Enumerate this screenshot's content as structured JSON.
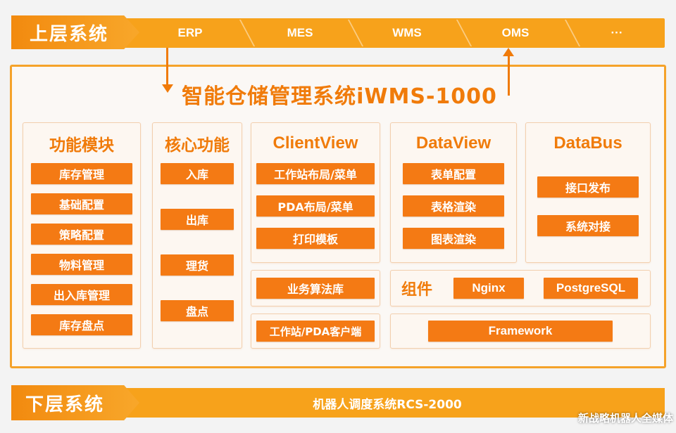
{
  "upper": {
    "label": "上层系统",
    "items": [
      "ERP",
      "MES",
      "WMS",
      "OMS",
      "···"
    ]
  },
  "title": "智能仓储管理系统iWMS-1000",
  "panels": {
    "function_modules": {
      "title": "功能模块",
      "items": [
        "库存管理",
        "基础配置",
        "策略配置",
        "物料管理",
        "出入库管理",
        "库存盘点"
      ]
    },
    "core_functions": {
      "title": "核心功能",
      "items": [
        "入库",
        "出库",
        "理货",
        "盘点"
      ]
    },
    "clientview": {
      "title": "ClientView",
      "items": [
        "工作站布局/菜单",
        "PDA布局/菜单",
        "打印模板"
      ]
    },
    "dataview": {
      "title": "DataView",
      "items": [
        "表单配置",
        "表格渲染",
        "图表渲染"
      ]
    },
    "databus": {
      "title": "DataBus",
      "items": [
        "接口发布",
        "系统对接"
      ]
    },
    "algorithm_library": "业务算法库",
    "client": "工作站/PDA客户端",
    "components": {
      "label": "组件",
      "items": [
        "Nginx",
        "PostgreSQL"
      ]
    },
    "framework": "Framework"
  },
  "lower": {
    "label": "下层系统",
    "text": "机器人调度系统RCS-2000"
  },
  "watermark": "新战略机器人全媒体",
  "colors": {
    "accent": "#f47a14",
    "bar": "#f7a21b",
    "title": "#f07b0a",
    "panel_bg": "#fdf7f1"
  }
}
